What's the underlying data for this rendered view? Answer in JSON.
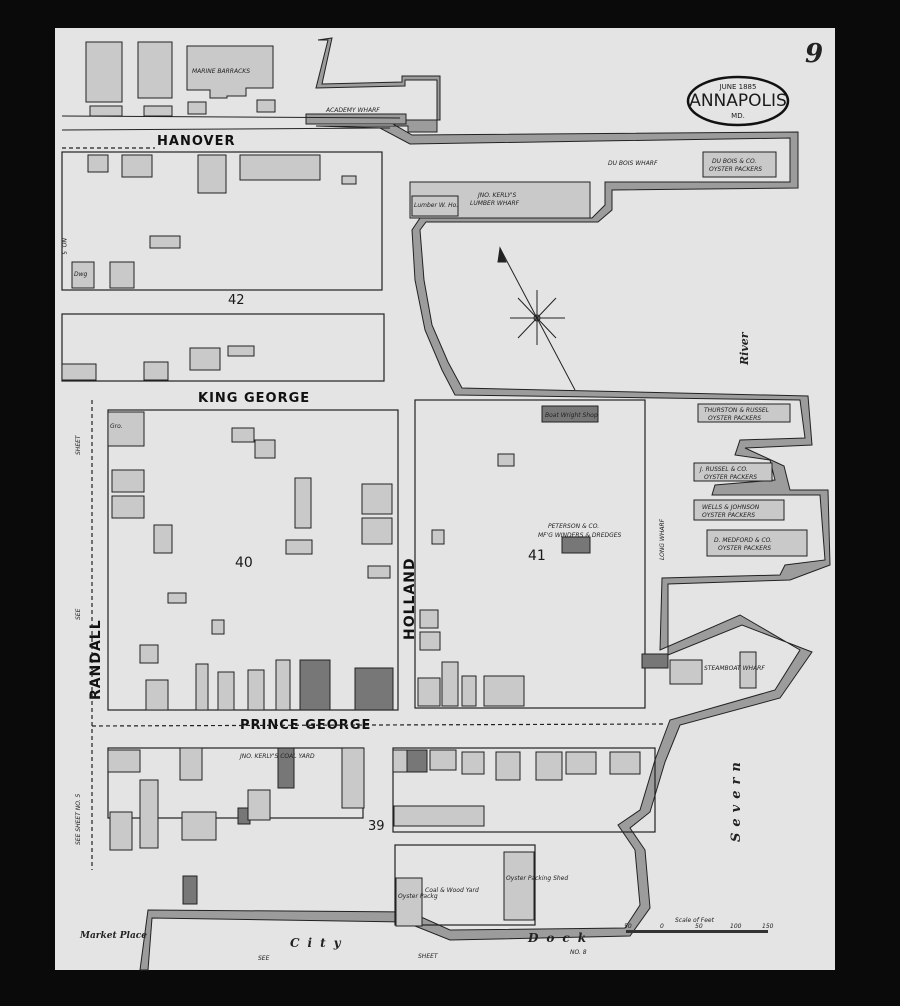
{
  "sheet_number": "9",
  "title_cartouche": {
    "date": "JUNE 1885",
    "city": "ANNAPOLIS",
    "state": "MD."
  },
  "streets": {
    "hanover": "HANOVER",
    "king_george": "KING GEORGE",
    "prince_george": "PRINCE GEORGE",
    "randall": "RANDALL",
    "holland": "HOLLAND"
  },
  "blocks": {
    "b42": "42",
    "b40": "40",
    "b41": "41",
    "b39": "39"
  },
  "labels": {
    "marine_barracks": "MARINE BARRACKS",
    "academy_wharf": "ACADEMY WHARF",
    "du_bois_wharf": "DU BOIS WHARF",
    "du_bois_co_1": "DU BOIS & CO.",
    "du_bois_co_2": "OYSTER PACKERS",
    "kerly_1": "JNO. KERLY'S",
    "kerly_2": "LUMBER WHARF",
    "lumber_house": "Lumber W. Ho.",
    "boat_wright": "Boat Wright Shop",
    "thurston_1": "THURSTON & RUSSEL",
    "thurston_2": "OYSTER PACKERS",
    "russel_1": "J. RUSSEL & CO.",
    "russel_2": "OYSTER PACKERS",
    "wells_1": "WELLS & JOHNSON",
    "wells_2": "OYSTER PACKERS",
    "medford_1": "D. MEDFORD & CO.",
    "medford_2": "OYSTER PACKERS",
    "long_wharf": "LONG WHARF",
    "peterson_1": "PETERSON & CO.",
    "peterson_2": "MF'G WINDERS & DREDGES",
    "steamboat_wharf": "STEAMBOAT WHARF",
    "kerly_coal": "JNO. KERLY'S COAL YARD",
    "coal_wood": "Coal & Wood Yard",
    "oyster_shed": "Oyster Packing Shed",
    "oyster_packg": "Oyster Packg",
    "river": "River",
    "severn": "Severn",
    "market_place": "Market Place",
    "city": "City",
    "dock": "Dock",
    "see_bottom": "SEE",
    "sheet_bottom": "SHEET",
    "no_bottom": "NO. 8",
    "see_left_top": "SEE",
    "sheet_left_top": "SHEET",
    "see_left_bottom": "SEE SHEET NO. 5",
    "no_left": "NO. 5",
    "scale": "Scale of Feet",
    "dwg": "Dwg",
    "gro": "Gro."
  },
  "scale_ticks": [
    "50",
    "0",
    "50",
    "100",
    "150"
  ]
}
